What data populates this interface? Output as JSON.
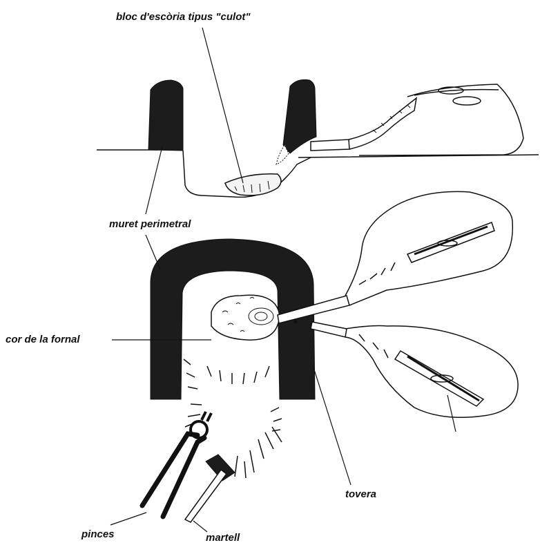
{
  "labels": {
    "culot": "bloc d'escòria tipus \"culot\"",
    "muret": "muret perimetral",
    "cor": "cor de la fornal",
    "tovera": "tovera",
    "pinces": "pinces",
    "martell": "martell"
  },
  "colors": {
    "ink": "#111111",
    "wall": "#1c1c1c",
    "paper": "#ffffff"
  }
}
